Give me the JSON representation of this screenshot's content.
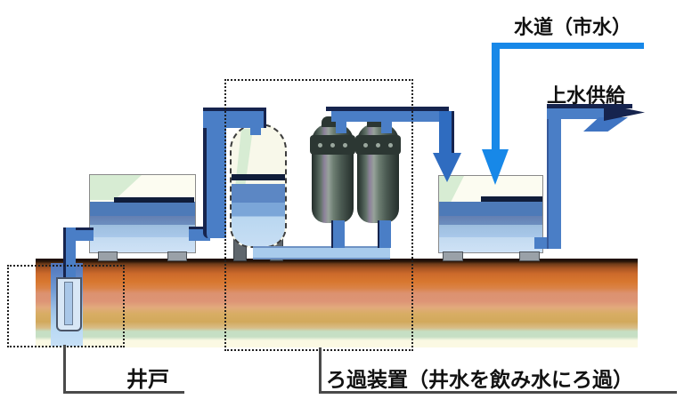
{
  "labels": {
    "city_water": "水道（市水）",
    "clean_water_supply": "上水供給",
    "well": "井戸",
    "filtration_unit": "ろ過装置（井水を飲み水にろ過）"
  },
  "icons": {
    "city_water_arrow": "down-arrow",
    "filtered_water_arrow": "down-arrow",
    "supply_arrow": "right-arrow"
  },
  "colors": {
    "pipe_blue": "#4a7ec6",
    "pipe_edge_navy": "#16244e",
    "flow_arrow_blue": "#1788e8",
    "tank_water_blue": "#4d7ab8",
    "tank_interior": "#fcfcf1",
    "vessel_dark_teal": "#3c4a44",
    "ground_topsoil": "#6f3c19",
    "ground_orange": "#d8772f",
    "ground_salmon": "#dd9475",
    "ground_tan": "#d2a95c",
    "aquifer_green_band": "#c6dfc4",
    "ground_cream": "#fbf9e3"
  }
}
